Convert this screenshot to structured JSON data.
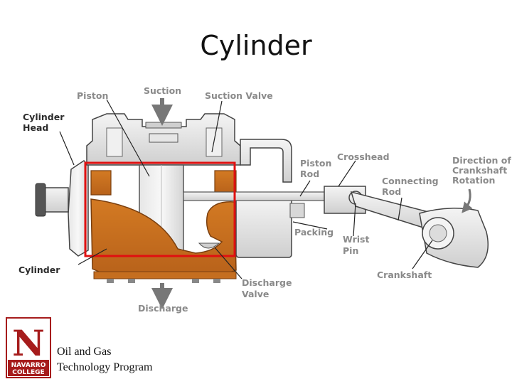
{
  "slide": {
    "title": "Cylinder"
  },
  "labels": {
    "piston": "Piston",
    "suction": "Suction",
    "suction_valve": "Suction Valve",
    "cylinder_head_1": "Cylinder",
    "cylinder_head_2": "Head",
    "piston_rod_1": "Piston",
    "piston_rod_2": "Rod",
    "crosshead": "Crosshead",
    "connecting_rod_1": "Connecting",
    "connecting_rod_2": "Rod",
    "direction_1": "Direction of",
    "direction_2": "Crankshaft",
    "direction_3": "Rotation",
    "packing": "Packing",
    "wrist_pin_1": "Wrist",
    "wrist_pin_2": "Pin",
    "cylinder": "Cylinder",
    "crankshaft": "Crankshaft",
    "discharge_valve_1": "Discharge",
    "discharge_valve_2": "Valve",
    "discharge": "Discharge"
  },
  "footer": {
    "program_line1": "Oil and Gas",
    "program_line2": "Technology Program",
    "logo_letter": "N",
    "logo_line1": "NAVARRO",
    "logo_line2": "COLLEGE"
  },
  "colors": {
    "accent_red": "#e01010",
    "cylinder_orange": "#c8701e",
    "logo_red": "#a61c1c"
  }
}
